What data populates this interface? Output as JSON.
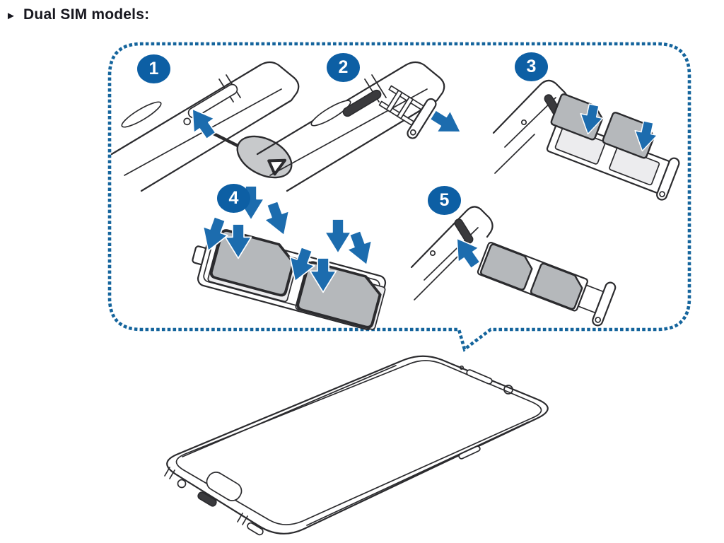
{
  "header": {
    "bullet": "►",
    "title": "Dual SIM models:"
  },
  "callout": {
    "style": "dotted-rounded-speech-bubble",
    "border_color": "#14649c",
    "badge_color": "#0d5fa4",
    "arrow_color": "#1c6cae",
    "steps": [
      {
        "number": "1",
        "illustration": "insert-ejection-pin-into-tray-hole"
      },
      {
        "number": "2",
        "illustration": "pull-out-sim-tray"
      },
      {
        "number": "3",
        "illustration": "place-two-sim-cards-into-tray"
      },
      {
        "number": "4",
        "illustration": "press-sim-cards-flat-into-tray"
      },
      {
        "number": "5",
        "illustration": "insert-tray-back-into-slot"
      }
    ],
    "sim_card_count": 2,
    "card_color": "#b5b8bb"
  },
  "device": {
    "illustration": "smartphone-front-angled-view",
    "visible_features": [
      "earpiece-speaker",
      "front-camera",
      "home-button",
      "headset-jack",
      "usb-port",
      "bottom-speaker",
      "side-key",
      "sim-tray-slot"
    ]
  },
  "colors": {
    "ink": "#2b2b2e",
    "accent_blue": "#1c6cae",
    "dotted_border": "#14649c",
    "badge_blue": "#0d5fa4",
    "card_gray": "#b5b8bb",
    "background": "#ffffff"
  }
}
